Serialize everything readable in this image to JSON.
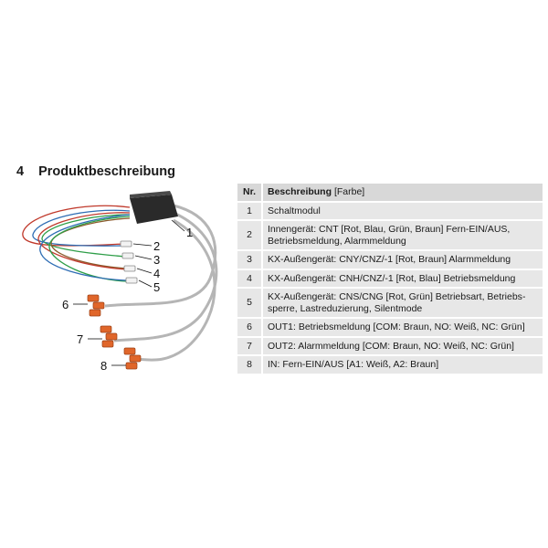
{
  "section": {
    "number": "4",
    "title": "Produktbeschreibung"
  },
  "diagram": {
    "callouts": [
      "1",
      "2",
      "3",
      "4",
      "5",
      "6",
      "7",
      "8"
    ],
    "colors": {
      "module": "#1f1f1f",
      "cable_grey": "#b5b5b5",
      "connector_orange": "#e0662a"
    }
  },
  "table": {
    "headers": {
      "nr": "Nr.",
      "desc": "Beschreibung",
      "desc_suffix": "[Farbe]"
    },
    "rows": [
      {
        "nr": "1",
        "desc": "Schaltmodul"
      },
      {
        "nr": "2",
        "desc": "Innengerät: CNT [Rot, Blau, Grün, Braun] Fern-EIN/AUS, Betriebsmeldung, Alarmmeldung"
      },
      {
        "nr": "3",
        "desc": "KX-Außengerät: CNY/CNZ/-1 [Rot, Braun] Alarmmeldung"
      },
      {
        "nr": "4",
        "desc": "KX-Außengerät: CNH/CNZ/-1 [Rot, Blau] Betriebsmeldung"
      },
      {
        "nr": "5",
        "desc": "KX-Außengerät: CNS/CNG [Rot, Grün] Betriebsart, Betriebs­sperre, Lastreduzierung, Silentmode"
      },
      {
        "nr": "6",
        "desc": "OUT1: Betriebsmeldung [COM: Braun, NO: Weiß, NC: Grün]"
      },
      {
        "nr": "7",
        "desc": "OUT2: Alarmmeldung [COM: Braun, NO: Weiß, NC: Grün]"
      },
      {
        "nr": "8",
        "desc": "IN: Fern-EIN/AUS [A1: Weiß, A2: Braun]"
      }
    ]
  }
}
